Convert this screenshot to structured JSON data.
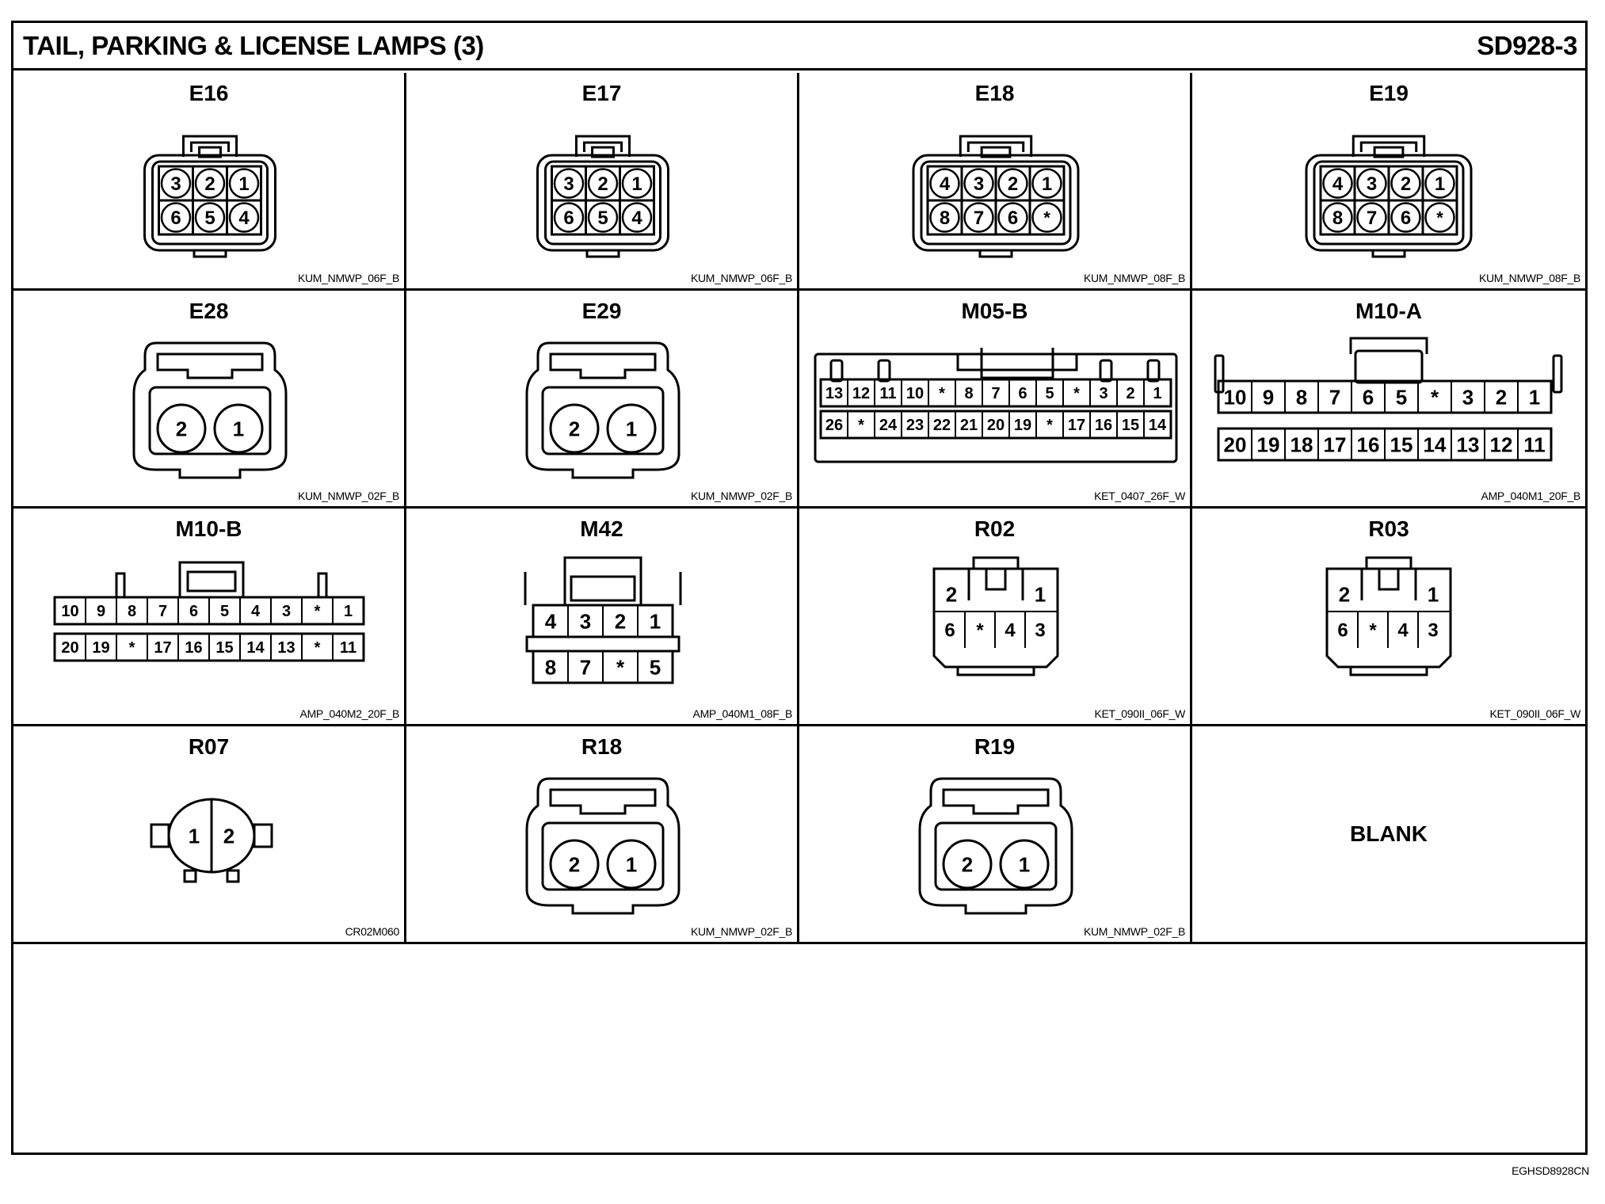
{
  "header": {
    "title": "TAIL, PARKING & LICENSE LAMPS (3)",
    "sheet_id": "SD928-3"
  },
  "connectors": [
    {
      "name": "E16",
      "code": "KUM_NMWP_06F_B",
      "type": "round-grid",
      "rows": [
        [
          "3",
          "2",
          "1"
        ],
        [
          "6",
          "5",
          "4"
        ]
      ]
    },
    {
      "name": "E17",
      "code": "KUM_NMWP_06F_B",
      "type": "round-grid",
      "rows": [
        [
          "3",
          "2",
          "1"
        ],
        [
          "6",
          "5",
          "4"
        ]
      ]
    },
    {
      "name": "E18",
      "code": "KUM_NMWP_08F_B",
      "type": "round-grid",
      "rows": [
        [
          "4",
          "3",
          "2",
          "1"
        ],
        [
          "8",
          "7",
          "6",
          "*"
        ]
      ]
    },
    {
      "name": "E19",
      "code": "KUM_NMWP_08F_B",
      "type": "round-grid",
      "rows": [
        [
          "4",
          "3",
          "2",
          "1"
        ],
        [
          "8",
          "7",
          "6",
          "*"
        ]
      ]
    },
    {
      "name": "E28",
      "code": "KUM_NMWP_02F_B",
      "type": "two-pin",
      "rows": [
        [
          "2",
          "1"
        ]
      ]
    },
    {
      "name": "E29",
      "code": "KUM_NMWP_02F_B",
      "type": "two-pin",
      "rows": [
        [
          "2",
          "1"
        ]
      ]
    },
    {
      "name": "M05-B",
      "code": "KET_0407_26F_W",
      "type": "ket26",
      "rows": [
        [
          "13",
          "12",
          "11",
          "10",
          "*",
          "8",
          "7",
          "6",
          "5",
          "*",
          "3",
          "2",
          "1"
        ],
        [
          "26",
          "*",
          "24",
          "23",
          "22",
          "21",
          "20",
          "19",
          "*",
          "17",
          "16",
          "15",
          "14"
        ]
      ]
    },
    {
      "name": "M10-A",
      "code": "AMP_040M1_20F_B",
      "type": "amp-wide",
      "rows": [
        [
          "10",
          "9",
          "8",
          "7",
          "6",
          "5",
          "*",
          "3",
          "2",
          "1"
        ],
        [
          "20",
          "19",
          "18",
          "17",
          "16",
          "15",
          "14",
          "13",
          "12",
          "11"
        ]
      ]
    },
    {
      "name": "M10-B",
      "code": "AMP_040M2_20F_B",
      "type": "amp-small",
      "rows": [
        [
          "10",
          "9",
          "8",
          "7",
          "6",
          "5",
          "4",
          "3",
          "*",
          "1"
        ],
        [
          "20",
          "19",
          "*",
          "17",
          "16",
          "15",
          "14",
          "13",
          "*",
          "11"
        ]
      ]
    },
    {
      "name": "M42",
      "code": "AMP_040M1_08F_B",
      "type": "amp8",
      "rows": [
        [
          "4",
          "3",
          "2",
          "1"
        ],
        [
          "8",
          "7",
          "*",
          "5"
        ]
      ]
    },
    {
      "name": "R02",
      "code": "KET_090II_06F_W",
      "type": "ket6",
      "rows": [
        [
          "2",
          "1"
        ],
        [
          "6",
          "*",
          "4",
          "3"
        ]
      ]
    },
    {
      "name": "R03",
      "code": "KET_090II_06F_W",
      "type": "ket6",
      "rows": [
        [
          "2",
          "1"
        ],
        [
          "6",
          "*",
          "4",
          "3"
        ]
      ]
    },
    {
      "name": "R07",
      "code": "CR02M060",
      "type": "oval",
      "rows": [
        [
          "1",
          "2"
        ]
      ]
    },
    {
      "name": "R18",
      "code": "KUM_NMWP_02F_B",
      "type": "two-pin",
      "rows": [
        [
          "2",
          "1"
        ]
      ]
    },
    {
      "name": "R19",
      "code": "KUM_NMWP_02F_B",
      "type": "two-pin",
      "rows": [
        [
          "2",
          "1"
        ]
      ]
    },
    {
      "name": "",
      "code": "",
      "type": "blank",
      "label": "BLANK"
    }
  ],
  "footer": {
    "code": "EGHSD8928CN"
  }
}
